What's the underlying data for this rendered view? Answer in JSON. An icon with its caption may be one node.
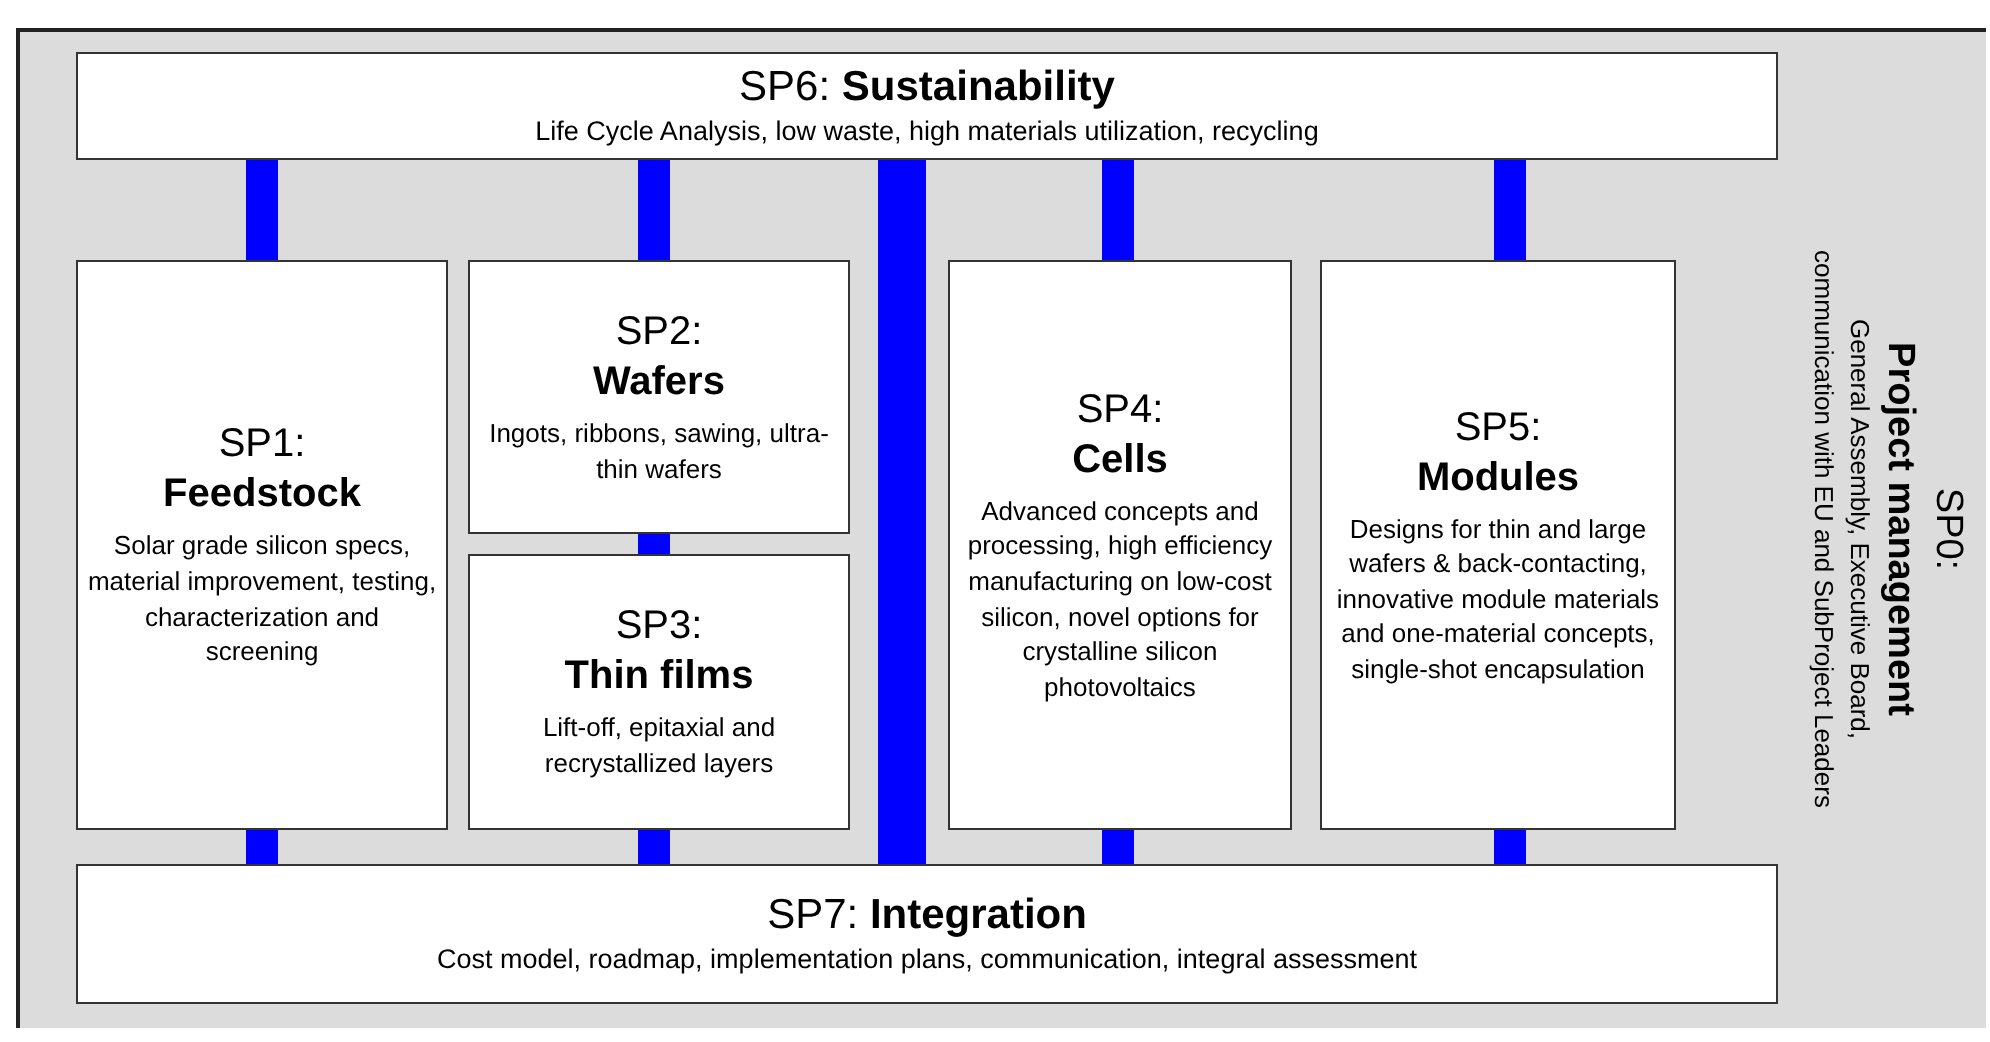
{
  "diagram": {
    "nodes": [
      {
        "text": [
          "SP0:",
          "Project management",
          "General Assembly, Executive Board, communication with EU and SubProject Leaders"
        ]
      },
      {
        "text": [
          "SP6: **Sustainability**",
          "Life Cycle Analysis, low waste, high materials utilization, recycling"
        ],
        "in": 0
      },
      {
        "text": [
          "SP1:",
          "Feedstock",
          "Solar grade silicon specs, material improvement, testing, characterization and screening"
        ],
        "in": 0
      },
      {
        "text": [
          "SP2:",
          "Wafers",
          "Ingots, ribbons, sawing, ultra-thin wafers"
        ],
        "in": 0
      },
      {
        "text": [
          "SP3:",
          "Thin films",
          "Lift-off, epitaxial and recrystallized layers"
        ],
        "in": 0
      },
      {
        "text": [
          "SP4:",
          "Cells",
          "Advanced concepts and processing, high efficiency manufacturing on low-cost silicon, novel options for crystalline silicon photovoltaics"
        ],
        "in": 0
      },
      {
        "text": [
          "SP5:",
          "Modules",
          "Designs for thin and large wafers & back-contacting, innovative module materials and one-material concepts, single-shot encapsulation"
        ],
        "in": 0
      },
      {
        "text": [
          "SP7: **Integration**",
          "Cost model, roadmap, implementation plans, communication, integral assessment"
        ],
        "in": 0
      }
    ],
    "edges": [
      {
        "from": 1,
        "to": 2,
        "arrow": "none"
      },
      {
        "from": 1,
        "to": 3,
        "arrow": "none"
      },
      {
        "from": 3,
        "to": 4,
        "arrow": "none"
      },
      {
        "from": 1,
        "to": 5,
        "arrow": "none"
      },
      {
        "from": 1,
        "to": 6,
        "arrow": "none"
      },
      {
        "from": 1,
        "to": 7,
        "arrow": "none"
      },
      {
        "from": 2,
        "to": 7,
        "arrow": "none"
      },
      {
        "from": 4,
        "to": 7,
        "arrow": "none"
      },
      {
        "from": 5,
        "to": 7,
        "arrow": "none"
      },
      {
        "from": 6,
        "to": 7,
        "arrow": "none"
      }
    ]
  }
}
